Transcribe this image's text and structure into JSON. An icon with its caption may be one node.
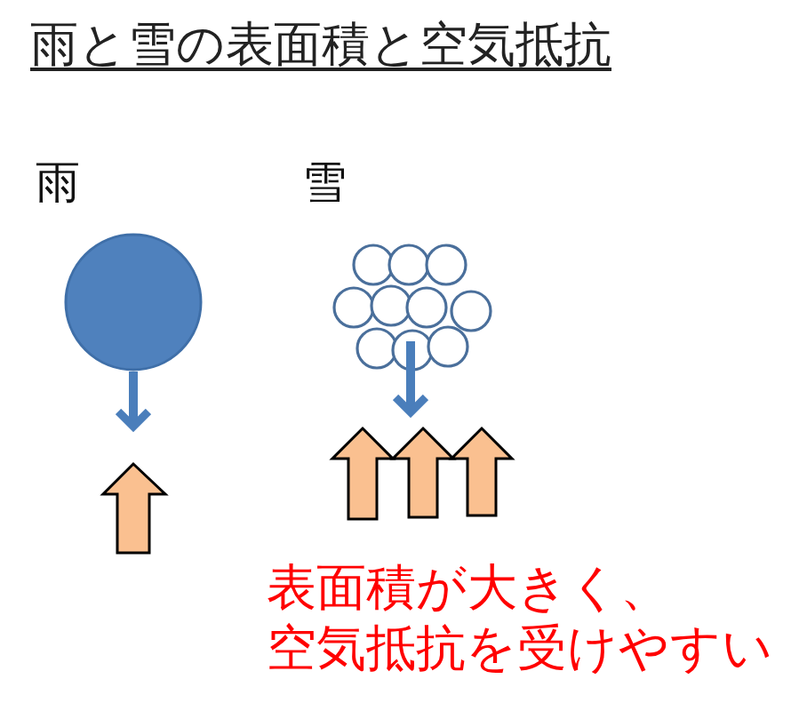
{
  "diagram": {
    "title": "雨と雪の表面積と空気抵抗",
    "labels": [
      "雨",
      "雪",
      "表面積が大きく、空気抵抗を受けやすい"
    ]
  }
}
